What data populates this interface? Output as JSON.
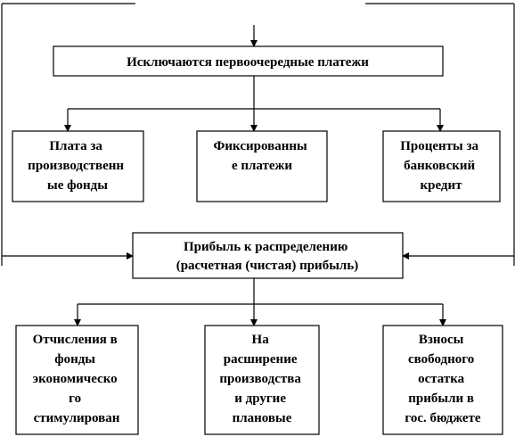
{
  "diagram": {
    "top_box": {
      "text": "Исключаются первоочередные платежи"
    },
    "payment_boxes": [
      {
        "lines": [
          "Плата за",
          "производственн",
          "ые фонды"
        ]
      },
      {
        "lines": [
          "Фиксированны",
          "е платежи"
        ]
      },
      {
        "lines": [
          "Проценты за",
          "банковский",
          "кредит"
        ]
      }
    ],
    "middle_box": {
      "lines": [
        "Прибыль к распределению",
        "(расчетная (чистая) прибыль)"
      ]
    },
    "distribution_boxes": [
      {
        "lines": [
          "Отчисления в",
          "фонды",
          "экономическо",
          "го",
          "стимулирован"
        ]
      },
      {
        "lines": [
          "На",
          "расширение",
          "производства",
          "и другие",
          "плановые"
        ]
      },
      {
        "lines": [
          "Взносы",
          "свободного",
          "остатка",
          "прибыли в",
          "гос. бюджете"
        ]
      }
    ]
  }
}
